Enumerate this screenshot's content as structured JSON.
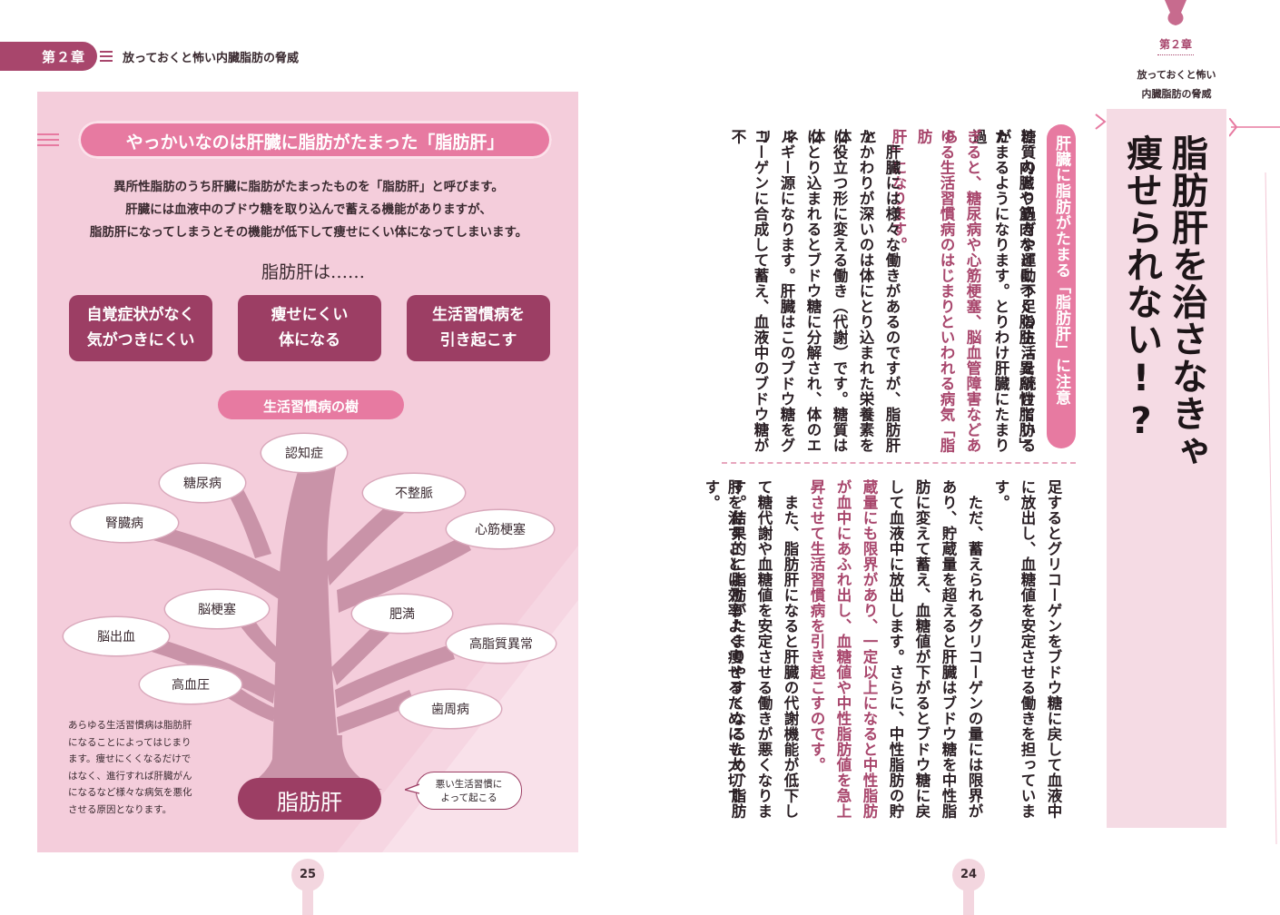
{
  "header": {
    "chapter_label": "第２章",
    "chapter_title": "放っておくと怖い内臓脂肪の脅威"
  },
  "left_page": {
    "headline": "やっかいなのは肝臓に脂肪がたまった「脂肪肝」",
    "intro_lines": [
      "異所性脂肪のうち肝臓に脂肪がたまったものを「脂肪肝」と呼びます。",
      "肝臓には血液中のブドウ糖を取り込んで蓄える機能がありますが、",
      "脂肪肝になってしまうとその機能が低下して痩せにくい体になってしまいます。"
    ],
    "sub_title": "脂肪肝は……",
    "boxes": [
      {
        "line1": "自覚症状がなく",
        "line2": "気がつきにくい"
      },
      {
        "line1": "痩せにくい",
        "line2": "体になる"
      },
      {
        "line1": "生活習慣病を",
        "line2": "引き起こす"
      }
    ],
    "tree_title": "生活習慣病の樹",
    "diseases": {
      "dementia": "認知症",
      "diabetes": "糖尿病",
      "arrhythmia": "不整脈",
      "kidney": "腎臓病",
      "mi": "心筋梗塞",
      "cerebral_infarction": "脳梗塞",
      "obesity": "肥満",
      "cerebral_hemorrhage": "脳出血",
      "dyslipidemia": "高脂質異常",
      "hypertension": "高血圧",
      "periodontal": "歯周病"
    },
    "note_lines": [
      "あらゆる生活習慣病は脂肪肝",
      "になることによってはじまり",
      "ます。痩せにくくなるだけで",
      "はなく、進行すれば肝臓がん",
      "になるなど様々な病気を悪化",
      "させる原因となります。"
    ],
    "root_label": "脂肪肝",
    "speech_line1": "悪い生活習慣に",
    "speech_line2": "よって起こる",
    "page_number": "25"
  },
  "right_page": {
    "chapter_label": "第２章",
    "chapter_title_line1": "放っておくと怖い",
    "chapter_title_line2": "内臓脂肪の脅威",
    "title_line1": "脂肪肝を治さなきゃ",
    "title_line2": "痩せられない!?",
    "subheading": "肝臓に脂肪がたまる「脂肪肝」に注意",
    "upper_columns": [
      {
        "text": "糖質のとり過ぎや運動不足の生活を続けている",
        "emph": false
      },
      {
        "text": "と、内臓や筋肉などにつく脂肪「異所性脂肪」が",
        "emph": false
      },
      {
        "text": "たまるようになります。とりわけ肝臓にたまり過",
        "emph": false
      },
      {
        "text": "ぎると、糖尿病や心筋梗塞、脳血管障害などあら",
        "emph": true
      },
      {
        "text": "ゆる生活習慣病のはじまりといわれる病気「脂肪",
        "emph": true
      },
      {
        "text": "肝」になります。",
        "emph": true
      },
      {
        "text": "　肝臓には様々な働きがあるのですが、脂肪肝と",
        "emph": false
      },
      {
        "text": "かかわりが深いのは体にとり込まれた栄養素を体",
        "emph": false
      },
      {
        "text": "に役立つ形に変える働き（代謝）です。糖質は体",
        "emph": false
      },
      {
        "text": "にとり込まれるとブドウ糖に分解され、体のエネ",
        "emph": false
      },
      {
        "text": "ルギー源になります。肝臓はこのブドウ糖をグリ",
        "emph": false
      },
      {
        "text": "コーゲンに合成して蓄え、血液中のブドウ糖が不",
        "emph": false
      }
    ],
    "lower_columns": [
      {
        "text": "足するとグリコーゲンをブドウ糖に戻して血液中",
        "emph": false
      },
      {
        "text": "に放出し、血糖値を安定させる働きを担っていま",
        "emph": false
      },
      {
        "text": "す。",
        "emph": false
      },
      {
        "text": "　ただ、蓄えられるグリコーゲンの量には限界が",
        "emph": false
      },
      {
        "text": "あり、貯蔵量を超えると肝臓はブドウ糖を中性脂",
        "emph": false
      },
      {
        "text": "肪に変えて蓄え、血糖値が下がるとブドウ糖に戻",
        "emph": false
      },
      {
        "text": "して血液中に放出します。さらに、中性脂肪の貯",
        "emph": false
      },
      {
        "text": "蔵量にも限界があり、一定以上になると中性脂肪",
        "emph": true
      },
      {
        "text": "が血中にあふれ出し、血糖値や中性脂肪値を急上",
        "emph": true
      },
      {
        "text": "昇させて生活習慣病を引き起こすのです。",
        "emph": true
      },
      {
        "text": "　また、脂肪肝になると肝臓の代謝機能が低下し",
        "emph": false
      },
      {
        "text": "て糖代謝や血糖値を安定させる働きが悪くなりま",
        "emph": false
      },
      {
        "text": "す。結果的に脂肪がたまりやすくなるため、脂肪",
        "emph": false
      },
      {
        "text": "肝を治すことは効率よく痩せるためにも大切です。",
        "emph": false
      }
    ],
    "page_number": "24"
  },
  "colors": {
    "accent_dark": "#9c3e64",
    "accent_pink": "#e77aa1",
    "panel_bg": "#f6d6e2"
  }
}
